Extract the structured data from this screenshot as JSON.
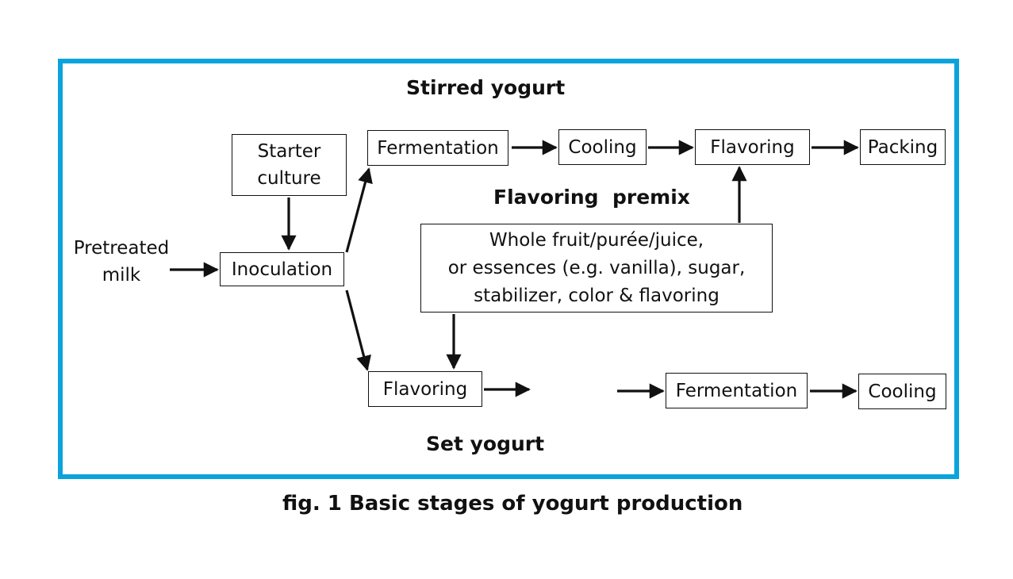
{
  "diagram": {
    "section_top": "Stirred yogurt",
    "section_bottom": "Set yogurt",
    "premix_heading": "Flavoring  premix",
    "caption": "fig. 1 Basic stages of yogurt production",
    "nodes": {
      "pretreated_milk": [
        "Pretreated",
        "milk"
      ],
      "starter_culture": [
        "Starter",
        "culture"
      ],
      "inoculation": "Inoculation",
      "fermentation_top": "Fermentation",
      "cooling_top": "Cooling",
      "flavoring_top": "Flavoring",
      "packing": "Packing",
      "premix": [
        "Whole fruit/purée/juice,",
        "or essences (e.g. vanilla), sugar,",
        "stabilizer, color & flavoring"
      ],
      "flavoring_bottom": "Flavoring",
      "fermentation_bottom": "Fermentation",
      "cooling_bottom": "Cooling"
    },
    "colors": {
      "frame": "#0aa3dc",
      "line": "#111111"
    }
  }
}
